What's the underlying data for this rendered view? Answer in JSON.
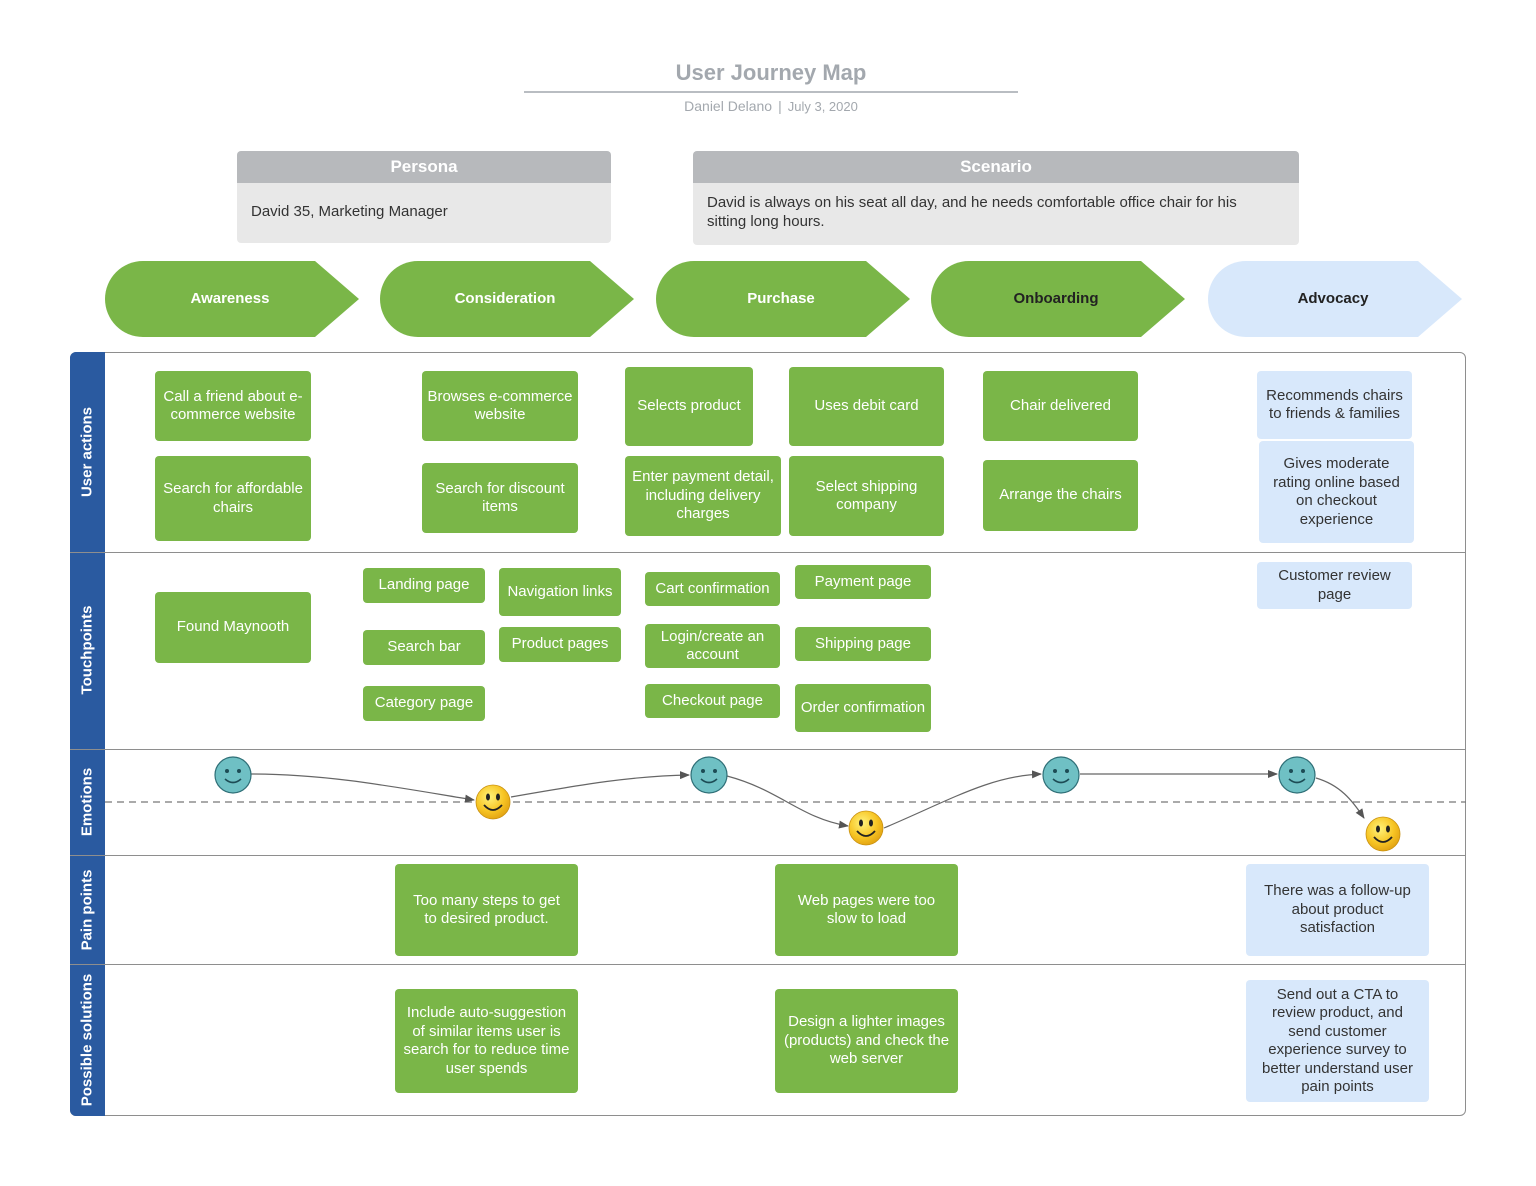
{
  "header": {
    "title": "User Journey Map",
    "author": "Daniel Delano",
    "separator": "|",
    "date": "July 3, 2020"
  },
  "persona": {
    "heading": "Persona",
    "text": "David 35, Marketing Manager"
  },
  "scenario": {
    "heading": "Scenario",
    "text": "David is always on his seat all day, and he needs comfortable office chair for his sitting long hours."
  },
  "stages": [
    "Awareness",
    "Consideration",
    "Purchase",
    "Onboarding",
    "Advocacy"
  ],
  "lanes": [
    "User actions",
    "Touchpoints",
    "Emotions",
    "Pain points",
    "Possible solutions"
  ],
  "user_actions": [
    "Call a friend about e-commerce website",
    "Search for affordable chairs",
    "Browses e-commerce website",
    "Search for discount items",
    "Selects product",
    "Uses debit card",
    "Enter payment detail, including delivery charges",
    "Select shipping company",
    "Chair delivered",
    "Arrange the chairs",
    "Recommends chairs to friends & families",
    "Gives moderate rating online based on checkout experience"
  ],
  "touchpoints": [
    "Found Maynooth",
    "Landing page",
    "Navigation links",
    "Search bar",
    "Product pages",
    "Category page",
    "Cart confirmation",
    "Payment page",
    "Login/create an account",
    "Shipping page",
    "Checkout page",
    "Order confirmation",
    "Customer review page"
  ],
  "emotions": [
    "calm",
    "happy",
    "calm",
    "happy",
    "calm",
    "calm",
    "happy"
  ],
  "pain_points": [
    "Too many steps to get to desired product.",
    "Web pages were too slow to load",
    "There was a follow-up about product satisfaction"
  ],
  "solutions": [
    "Include auto-suggestion of similar items user is search for to reduce time user spends",
    "Design a lighter images (products) and check the web server",
    "Send out a CTA to review product, and send customer experience survey to better understand user pain points"
  ],
  "colors": {
    "green": "#7ab648",
    "light_blue": "#d8e8fb",
    "lane_bar": "#2a5aa0",
    "gray_head": "#b7b9bc",
    "gray_body": "#e8e8e8",
    "calm_face": "#6fc0c4",
    "happy_face": "#f7c524"
  },
  "icons": [
    "calm-face-icon",
    "happy-face-icon",
    "arrowhead-icon"
  ]
}
